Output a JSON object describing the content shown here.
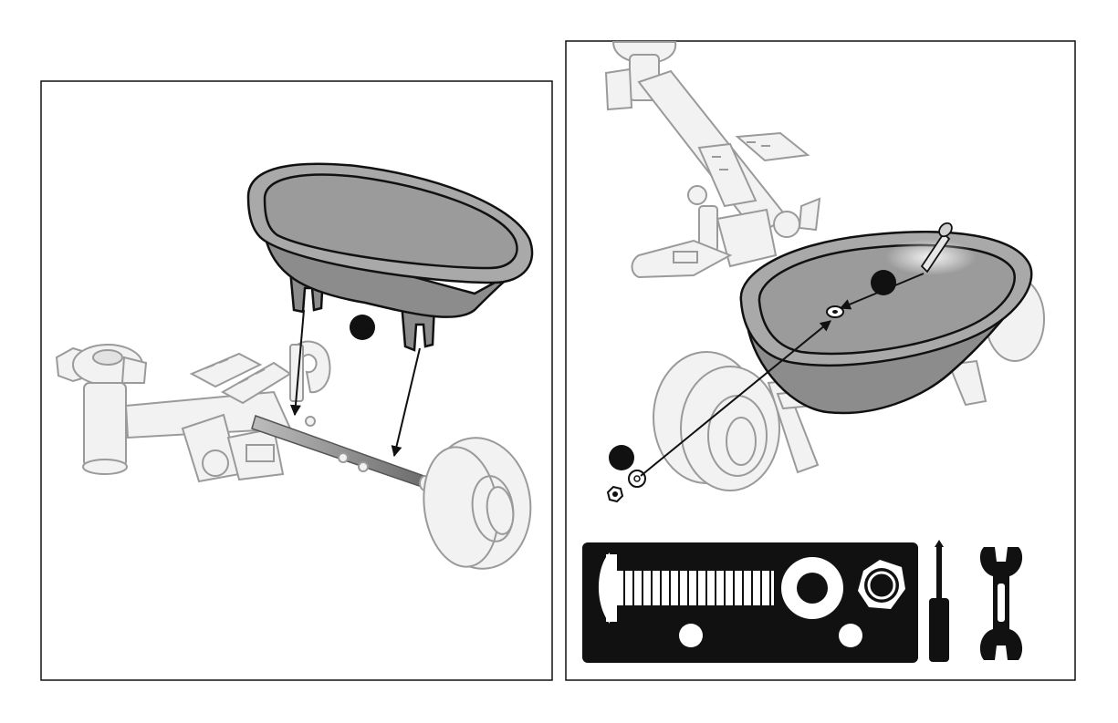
{
  "figure": {
    "panels": [
      {
        "id": "step-seat-place",
        "callouts": 1
      },
      {
        "id": "step-seat-fasten",
        "callouts": 2
      }
    ],
    "hardware_card": {
      "parts": [
        "bolt",
        "washer",
        "nut"
      ],
      "callouts": 2
    },
    "tools": [
      "screwdriver-icon",
      "wrench-icon"
    ],
    "colors": {
      "ink": "#111111",
      "seat": "#8c8c8c",
      "ghost_stroke": "#9a9a9a",
      "ghost_fill": "#f2f2f2"
    }
  }
}
